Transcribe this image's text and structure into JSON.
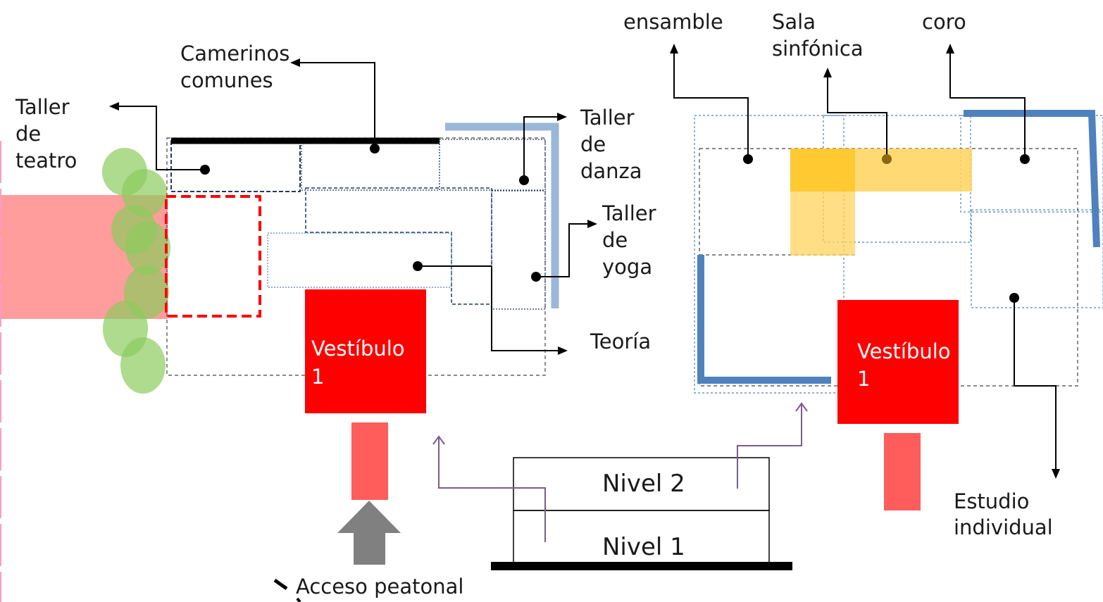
{
  "left_plan": {
    "camerinos": [
      "Camerinos",
      "comunes"
    ],
    "taller_teatro": [
      "Taller",
      "de",
      "teatro"
    ],
    "taller_danza": [
      "Taller",
      "de",
      "danza"
    ],
    "taller_yoga": [
      "Taller",
      "de",
      "yoga"
    ],
    "teoria": "Teoría",
    "vestibulo": [
      "Vestíbulo",
      "1"
    ],
    "acceso": "Acceso peatonal"
  },
  "right_plan": {
    "ensamble": "ensamble",
    "sala_sinfonica": [
      "Sala",
      "sinfónica"
    ],
    "coro": "coro",
    "vestibulo": [
      "Vestíbulo",
      "1"
    ],
    "estudio_individual": [
      "Estudio",
      "individual"
    ]
  },
  "levels": {
    "nivel_2": "Nivel 2",
    "nivel_1": "Nivel 1"
  },
  "colors": {
    "vestibulo_red": "#ff0000",
    "access_red": "#ff5c5c",
    "pink_zone": "#ff9c9c",
    "green_trees": "#a4d67a",
    "light_blue_wall": "#9ab7da",
    "dark_blue_wall": "#4f81bd",
    "yellow_sala": "#ffd35c",
    "purple_arrow": "#7a5c8c"
  }
}
